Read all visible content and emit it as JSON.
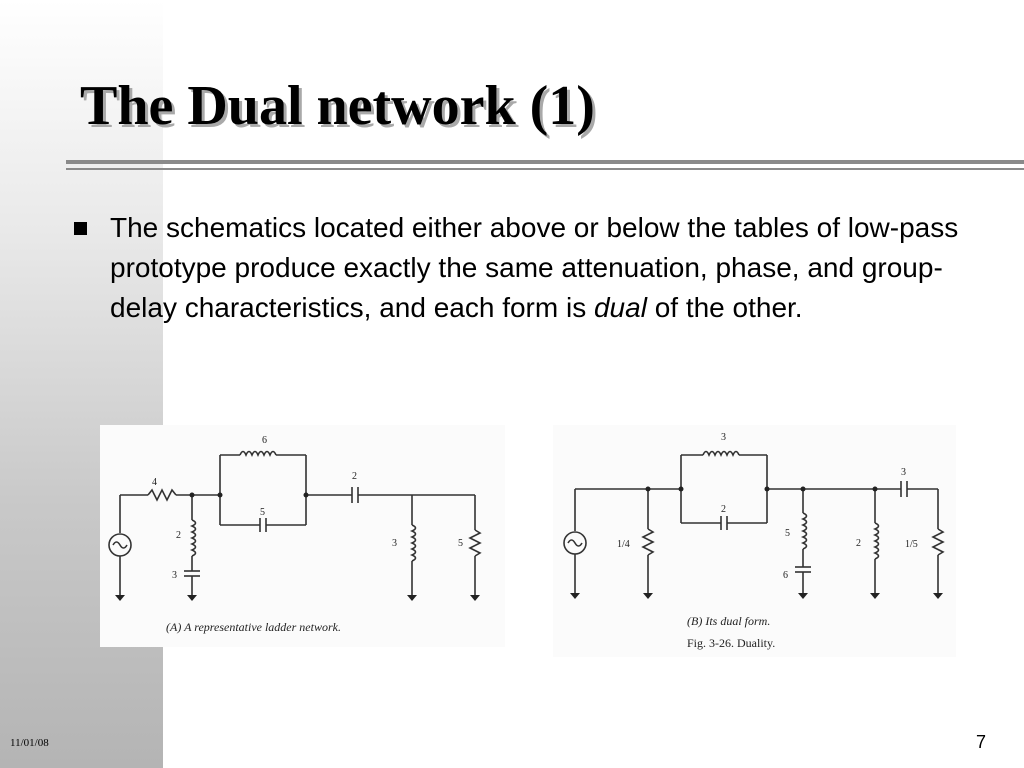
{
  "slide": {
    "title": "The Dual network (1)",
    "bullet": {
      "text_before": "The schematics located either above or below the tables of low-pass prototype produce exactly the same attenuation, phase, and group-delay characteristics, and each form is ",
      "emphasis": "dual",
      "text_after": " of the other."
    },
    "figure_a": {
      "caption": "(A) A representative ladder network.",
      "labels": {
        "r4": "4",
        "l6": "6",
        "c5": "5",
        "c2": "2",
        "l2": "2",
        "c3": "3",
        "l3": "3",
        "r5": "5"
      }
    },
    "figure_b": {
      "caption_1": "(B) Its dual form.",
      "caption_2": "Fig. 3-26. Duality.",
      "labels": {
        "l3": "3",
        "c2": "2",
        "r14": "1/4",
        "l5": "5",
        "c6": "6",
        "c3": "3",
        "l2": "2",
        "r15": "1/5"
      }
    },
    "footer": {
      "date": "11/01/08",
      "page": "7"
    }
  }
}
